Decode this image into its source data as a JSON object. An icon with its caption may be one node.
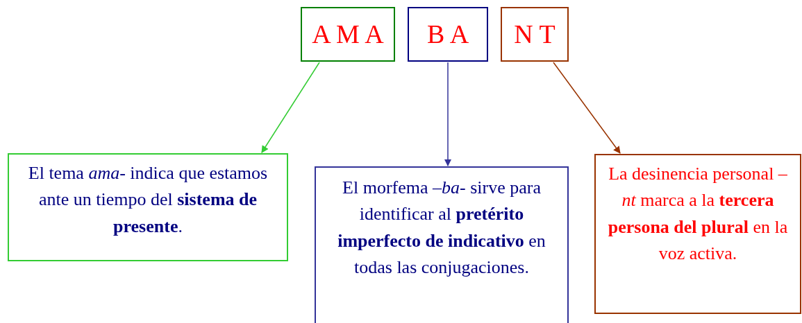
{
  "diagram": {
    "nodes": [
      {
        "text": [
          "A M A"
        ]
      },
      {
        "text": [
          "B A"
        ]
      },
      {
        "text": [
          "N T"
        ]
      },
      {
        "text": [
          "El tema *ama*- indica que estamos ante un tiempo del **sistema de presente**."
        ]
      },
      {
        "text": [
          "El morfema *–ba*- sirve para identificar al **pretérito imperfecto de indicativo** en todas las conjugaciones."
        ]
      },
      {
        "text": [
          "La desinencia personal *–nt* marca a la **tercera persona del plural** en la voz activa."
        ]
      }
    ],
    "edges": [
      {
        "from": 0,
        "to": 3,
        "arrow": "to",
        "color": "#33cc33"
      },
      {
        "from": 1,
        "to": 4,
        "arrow": "to",
        "color": "#333399"
      },
      {
        "from": 2,
        "to": 5,
        "arrow": "to",
        "color": "#993300"
      }
    ]
  }
}
